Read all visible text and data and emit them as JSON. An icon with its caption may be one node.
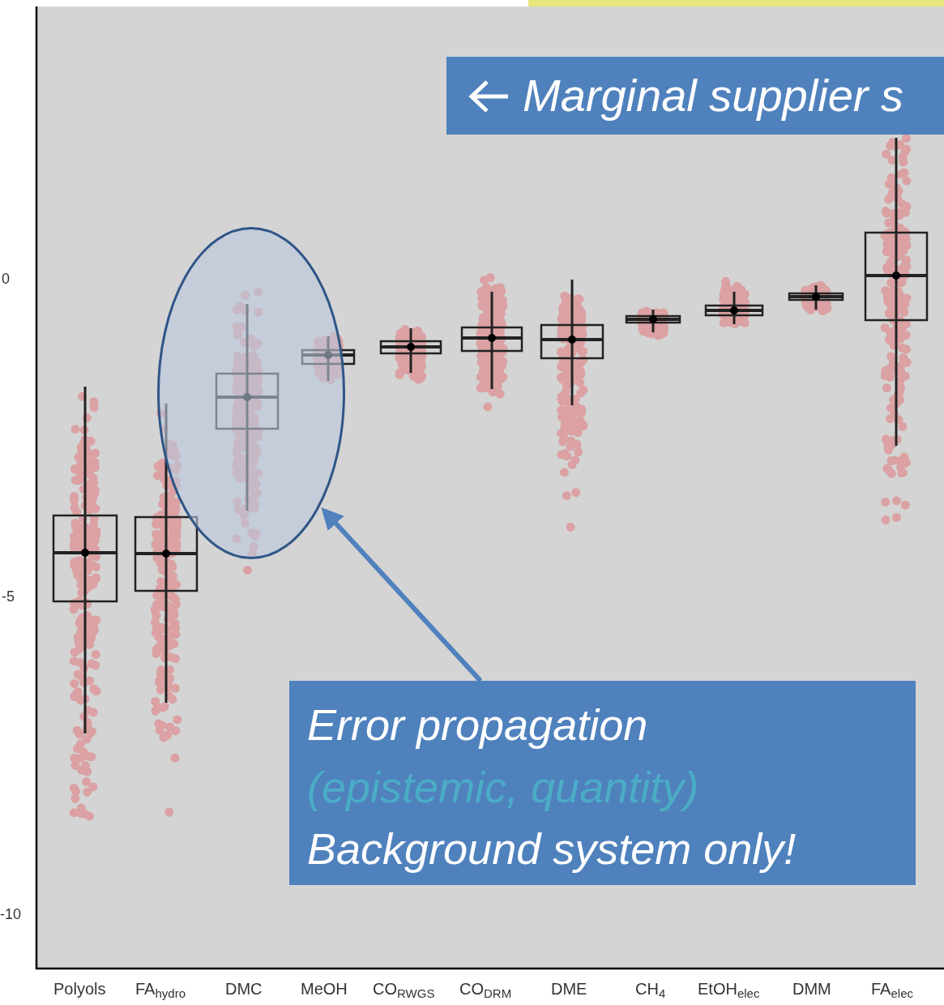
{
  "diagram": {
    "nodes": [
      {
        "text": [
          "Marginal supplier s"
        ]
      },
      {
        "text": [],
        "shape": "ellipse"
      },
      {
        "text": [
          "Error propagation",
          "(epistemic, quantity)",
          "Background system only!"
        ]
      }
    ],
    "edges": [
      {
        "from": 2,
        "to": 1,
        "arrow": "to"
      }
    ],
    "labels": [
      "0",
      "-5",
      "-10",
      "Polyols",
      "FA$_{hydro}$",
      "DMC",
      "MeOH",
      "CO$_{RWGS}$",
      "CO$_{DRM}$",
      "DME",
      "CH$_{4}$",
      "EtOH$_{elec}$",
      "DMM",
      "FA$_{elec}$"
    ]
  }
}
